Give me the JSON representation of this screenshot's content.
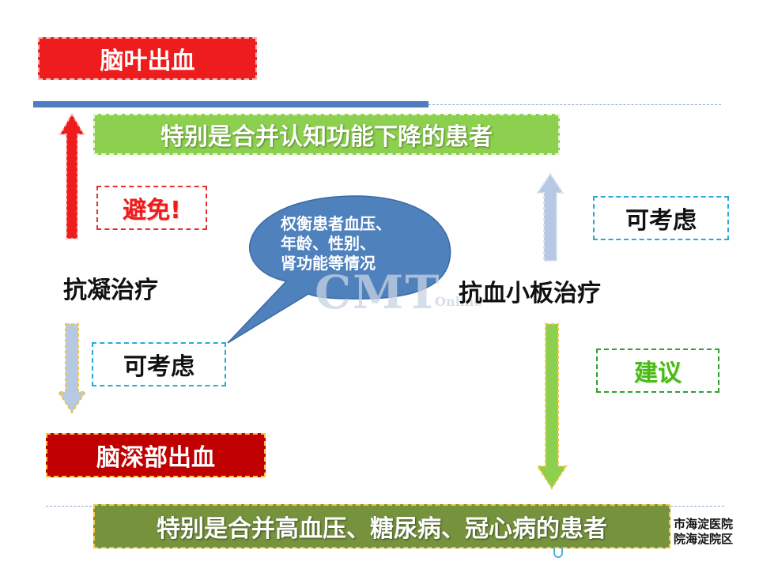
{
  "top_left_label": "脑叶出血",
  "bottom_left_label": "脑深部出血",
  "top_banner": "特别是合并认知功能下降的患者",
  "bottom_banner": "特别是合并高血压、糖尿病、冠心病的患者",
  "left_treatment": "抗凝治疗",
  "right_treatment": "抗血小板治疗",
  "avoid_label": "避免!",
  "left_consider_label": "可考虑",
  "right_consider_label": "可考虑",
  "recommend_label": "建议",
  "bubble_lines": [
    "权衡患者血压、",
    "年龄、性别、",
    "肾功能等情况"
  ],
  "watermark": {
    "main": "CMT",
    "sub": "Online"
  },
  "corner_lines": [
    "市海淀医院",
    "院海淀院区"
  ],
  "colors": {
    "red": "#ee1c1c",
    "dark_red": "#c00000",
    "green": "#8dcf4e",
    "olive": "#76923c",
    "blue": "#4f81bd",
    "light_blue": "#b7c8e3",
    "cyan_dash": "#2aa8d8",
    "green_dash": "#2ea02e",
    "yellow_border": "#f5c542"
  }
}
